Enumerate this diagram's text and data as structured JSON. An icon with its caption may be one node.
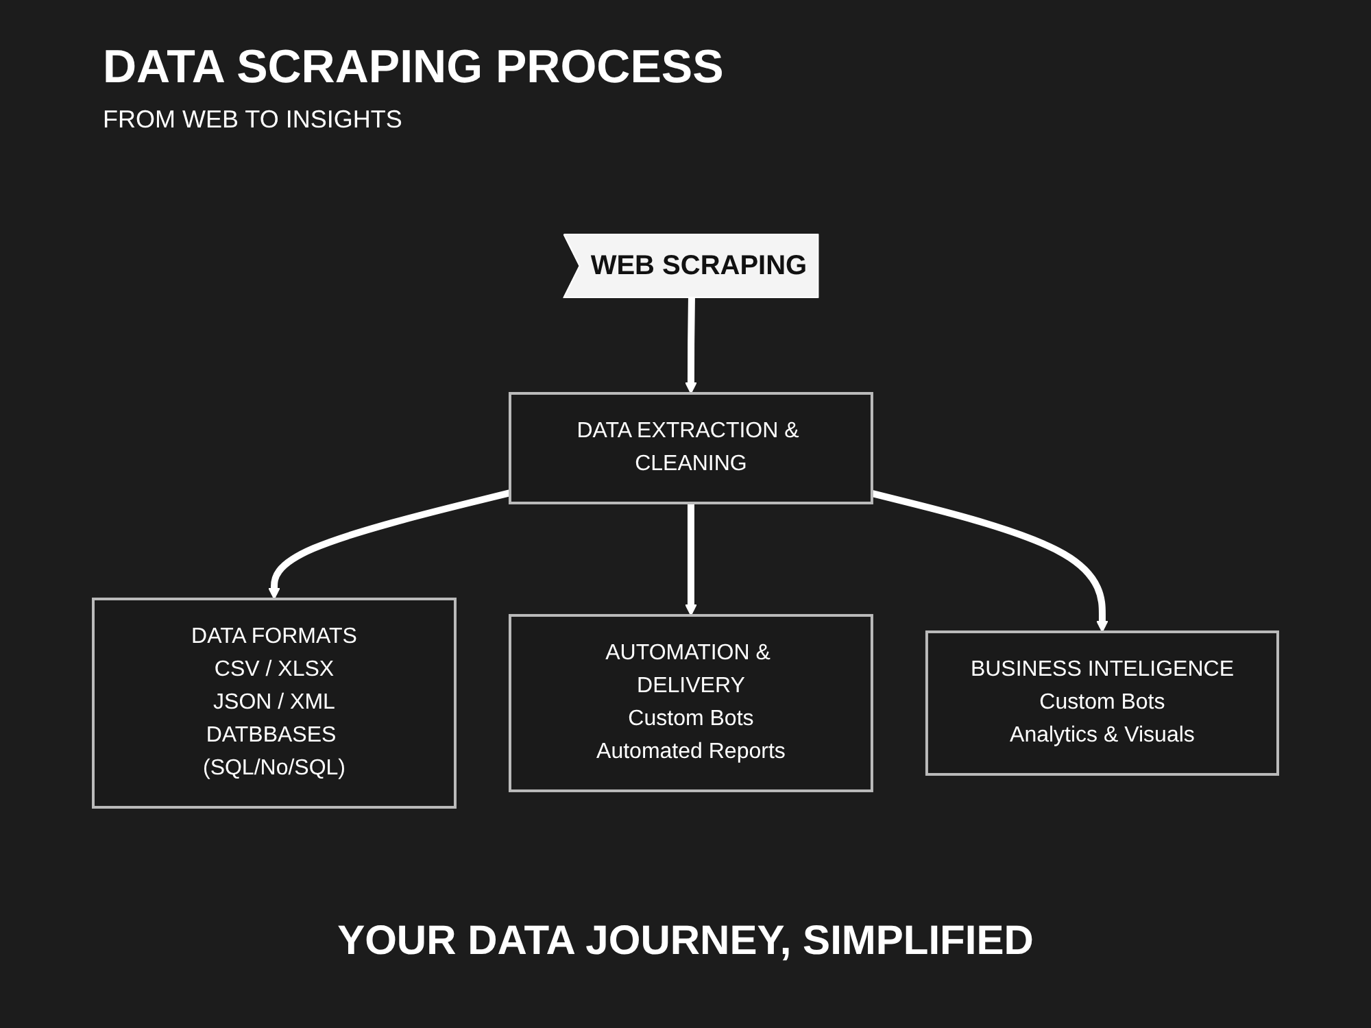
{
  "diagram": {
    "title": "DATA SCRAPING PROCESS",
    "caption": "YOUR DATA JOURNEY, SIMPLIFIED",
    "nodes": [
      {
        "text": [
          "WEB SCRAPING"
        ]
      },
      {
        "text": [
          "DATA EXTRACTION & CLEANING"
        ]
      },
      {
        "text": [
          "DATA FORMATS",
          "CSV / XLSX",
          "JSON / XML",
          "DATBBASES (SQL/No/SQL)"
        ]
      },
      {
        "text": [
          "AUTOMATION & DELIVERY",
          "Custom Bots",
          "Automated Reports"
        ]
      },
      {
        "text": [
          "BUSINESS INTELIGENCE",
          "Custom Bots",
          "Analytics & Visuals"
        ]
      }
    ],
    "edges": [
      {
        "from": 0,
        "to": 1,
        "arrow": "to"
      },
      {
        "from": 1,
        "to": 2,
        "arrow": "to"
      },
      {
        "from": 1,
        "to": 3,
        "arrow": "to"
      },
      {
        "from": 1,
        "to": 4,
        "arrow": "to"
      }
    ],
    "labels": [
      "FROM WEB TO INSIGHTS"
    ]
  }
}
